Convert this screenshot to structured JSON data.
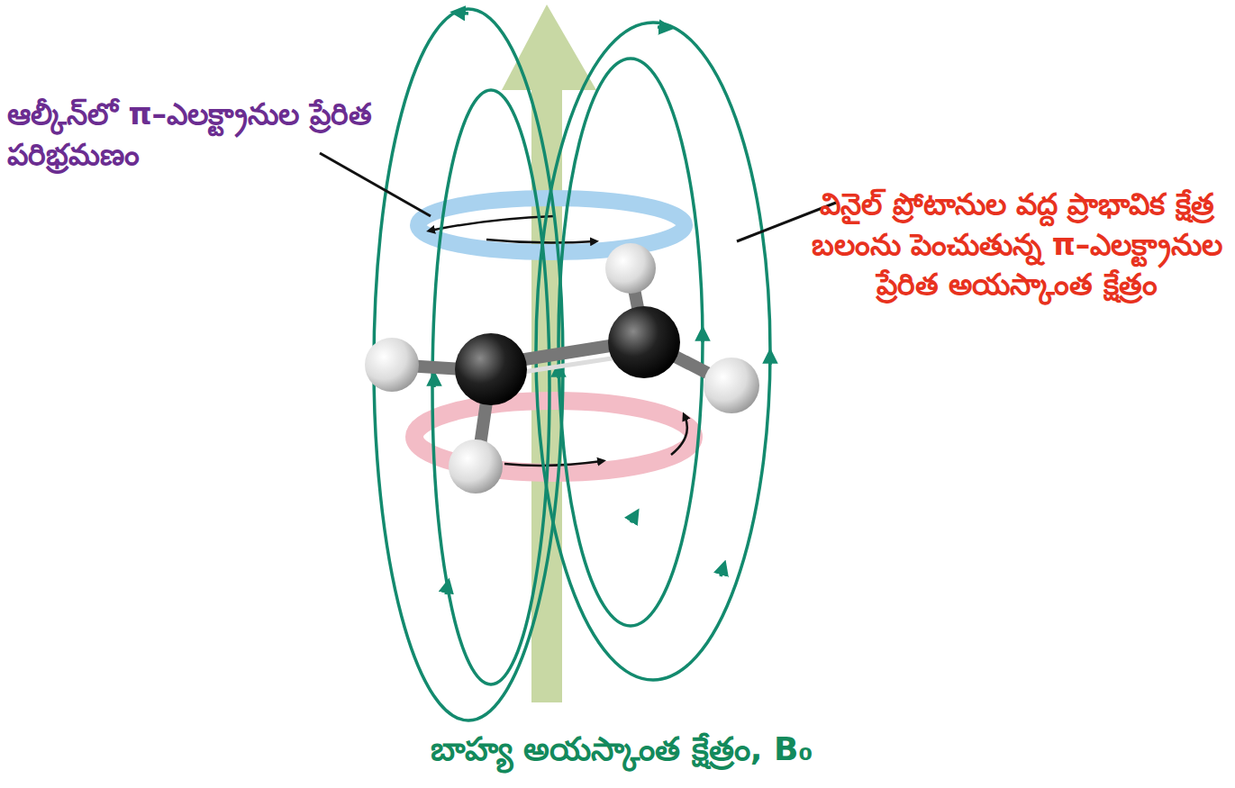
{
  "diagram": {
    "labels": [
      "ఆల్కీన్‌లో π–ఎలక్ట్రానుల ప్రేరిత పరిభ్రమణం",
      "వినైల్ ప్రోటానుల వద్ద ప్రాభావిక క్షేత్ర బలంను పెంచుతున్న π–ఎలక్ట్రానుల ప్రేరిత అయస్కాంత క్షేత్రం",
      "బాహ్య అయస్కాంత క్షేత్రం, B₀"
    ]
  }
}
